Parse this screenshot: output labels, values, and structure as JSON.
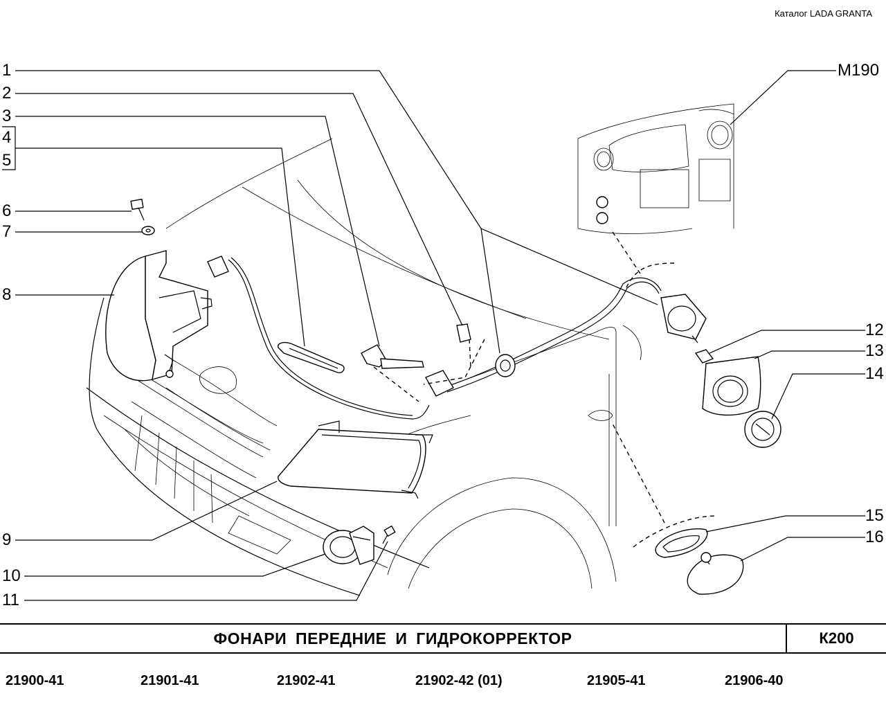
{
  "catalog_header": "Каталог LADA  GRANTA",
  "callouts": [
    {
      "id": "1",
      "label": "1"
    },
    {
      "id": "2",
      "label": "2"
    },
    {
      "id": "3",
      "label": "3"
    },
    {
      "id": "4",
      "label": "4"
    },
    {
      "id": "5",
      "label": "5"
    },
    {
      "id": "6",
      "label": "6"
    },
    {
      "id": "7",
      "label": "7"
    },
    {
      "id": "8",
      "label": "8"
    },
    {
      "id": "9",
      "label": "9"
    },
    {
      "id": "10",
      "label": "10"
    },
    {
      "id": "11",
      "label": "11"
    },
    {
      "id": "12",
      "label": "12"
    },
    {
      "id": "13",
      "label": "13"
    },
    {
      "id": "14",
      "label": "14"
    },
    {
      "id": "15",
      "label": "15"
    },
    {
      "id": "16",
      "label": "16"
    },
    {
      "id": "m190",
      "label": "M190"
    }
  ],
  "section_title": "ФОНАРИ  ПЕРЕДНИЕ  И  ГИДРОКОРРЕКТОР",
  "section_code": "К200",
  "models": [
    "21900-41",
    "21901-41",
    "21902-41",
    "21902-42 (01)",
    "21905-41",
    "21906-40"
  ]
}
